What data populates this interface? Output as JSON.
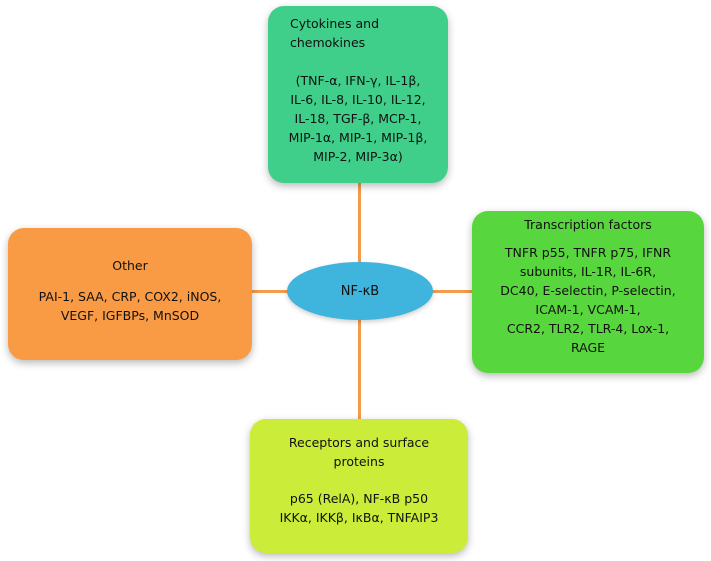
{
  "center": {
    "label": "NF-κB"
  },
  "boxes": {
    "top": {
      "title_lines": [
        "Cytokines and",
        "chemokines"
      ],
      "item_lines": [
        "(TNF-α, IFN-γ, IL-1β,",
        "IL-6, IL-8, IL-10, IL-12,",
        "IL-18, TGF-β, MCP-1,",
        "MIP-1α, MIP-1, MIP-1β,",
        "MIP-2, MIP-3α)"
      ],
      "color": "#3fcf8b"
    },
    "left": {
      "title_lines": [
        "Other"
      ],
      "item_lines": [
        "PAI-1, SAA, CRP, COX2, iNOS,",
        "VEGF, IGFBPs, MnSOD"
      ],
      "color": "#f99a45"
    },
    "right": {
      "title_lines": [
        "Transcription factors"
      ],
      "item_lines": [
        "TNFR p55, TNFR p75, IFNR",
        "subunits, IL-1R, IL-6R,",
        "DC40, E-selectin, P-selectin,",
        "ICAM-1, VCAM-1,",
        "CCR2, TLR2, TLR-4, Lox-1,",
        "RAGE"
      ],
      "color": "#58d63e"
    },
    "bottom": {
      "title_lines": [
        "Receptors and surface",
        "proteins"
      ],
      "item_lines": [
        "p65 (RelA), NF-κB p50",
        "IKKα, IKKβ, IκBα, TNFAIP3"
      ],
      "color": "#ccec3a"
    }
  },
  "colors": {
    "connector": "#f39a4b",
    "center": "#3fb4dc"
  }
}
